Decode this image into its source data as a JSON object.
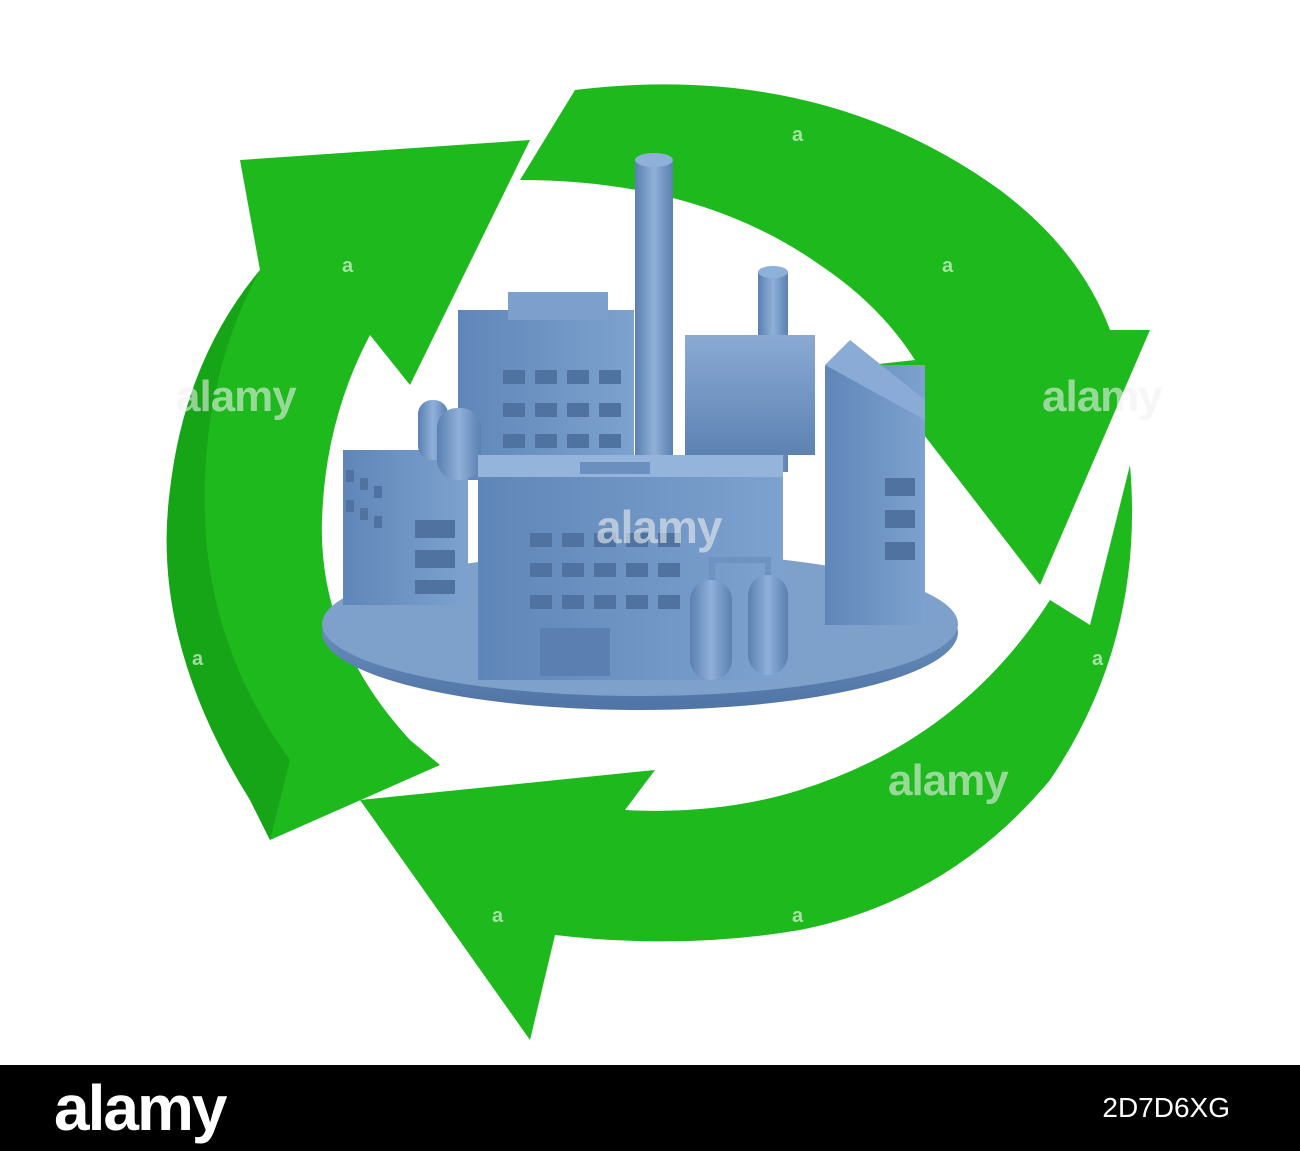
{
  "image": {
    "description_subject": "green-recycle-arrows-around-blue-factory",
    "arrow_color": "#1db91d",
    "arrow_dark_color": "#129a12",
    "factory_color": "#6d95c4",
    "background_color": "#ffffff"
  },
  "watermarks": {
    "center": "alamy",
    "left": "alamy",
    "right": "alamy",
    "bottom_right": "alamy",
    "small": "a"
  },
  "footer": {
    "logo": "alamy",
    "stock_id": "2D7D6XG",
    "bar_color": "#000000"
  }
}
